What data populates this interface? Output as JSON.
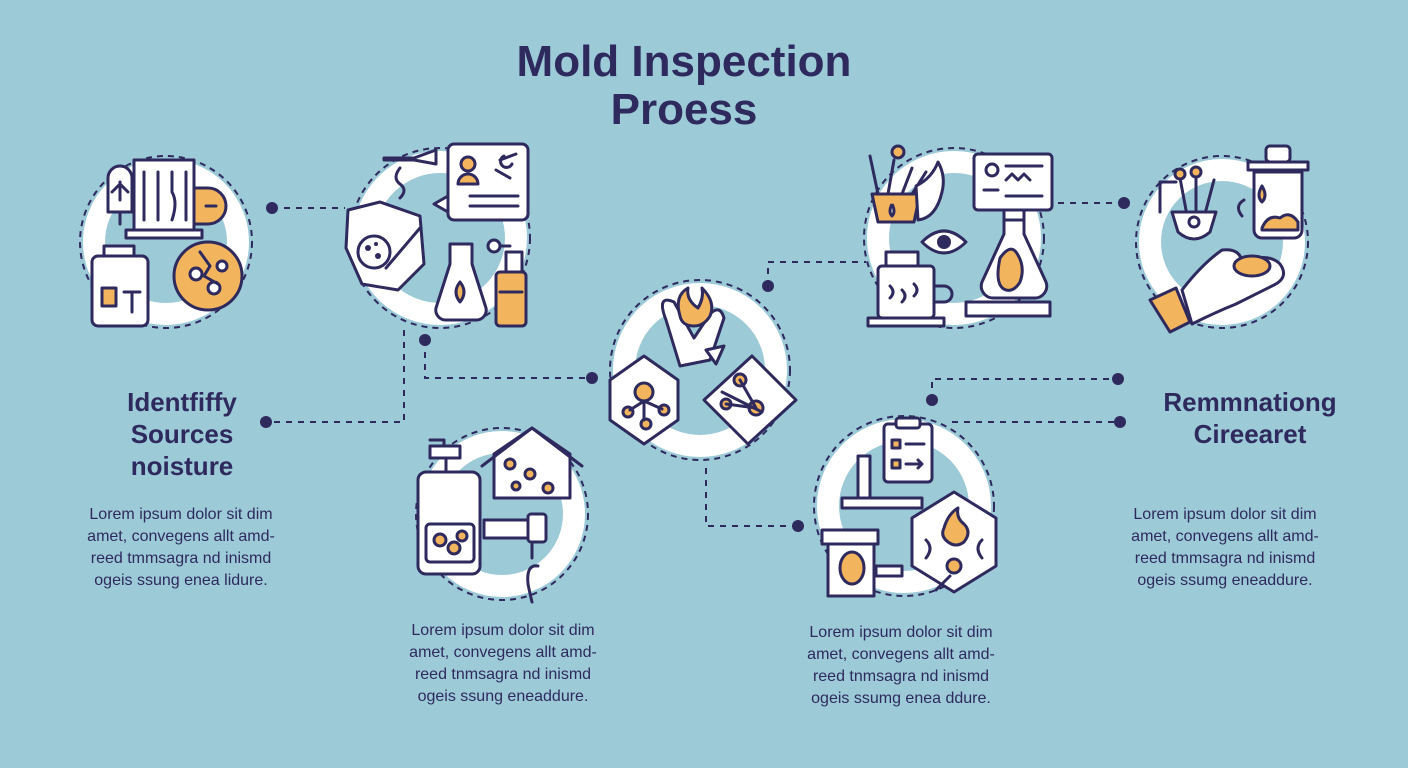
{
  "title": {
    "line1": "Mold Inspection",
    "line2": "Proess"
  },
  "steps": {
    "left": {
      "title_lines": [
        "Identfiffy",
        "Sources",
        "noisture"
      ],
      "desc_lines": [
        "Lorem ipsum dolor sit dim",
        "amet, convegens allt amd-",
        "reed tmmsagra nd inismd",
        "ogeis ssung enea lidure."
      ]
    },
    "center_left": {
      "desc_lines": [
        "Lorem ipsum dolor sit dim",
        "amet, convegens allt amd-",
        "reed tnmsagra nd inismd",
        "ogeis ssung eneaddure."
      ]
    },
    "center_right": {
      "desc_lines": [
        "Lorem ipsum dolor sit dim",
        "amet, convegens allt amd-",
        "reed tnmsagra nd inismd",
        "ogeis ssumg enea ddure."
      ]
    },
    "right": {
      "title_lines": [
        "Remmnationg",
        "Cireearet"
      ],
      "desc_lines": [
        "Lorem ipsum dolor sit dim",
        "amet, convegens allt amd-",
        "reed tmmsagra nd inismd",
        "ogeis ssumg eneaddure."
      ]
    }
  },
  "icons": {
    "node1": "dropper-cabinet-jar-spores-icon",
    "node2": "magnifier-report-flask-icon",
    "node3": "spray-bottle-house-faucet-icon",
    "node4": "hand-flame-hexagon-network-icon",
    "node5": "clipboard-pipe-shield-icon",
    "node6": "jar-monitor-eye-flask-icon",
    "node7": "gloved-hand-jar-icon"
  },
  "colors": {
    "background": "#9ccad7",
    "navy": "#2e2a5e",
    "accent": "#f2b45c",
    "white": "#ffffff"
  }
}
